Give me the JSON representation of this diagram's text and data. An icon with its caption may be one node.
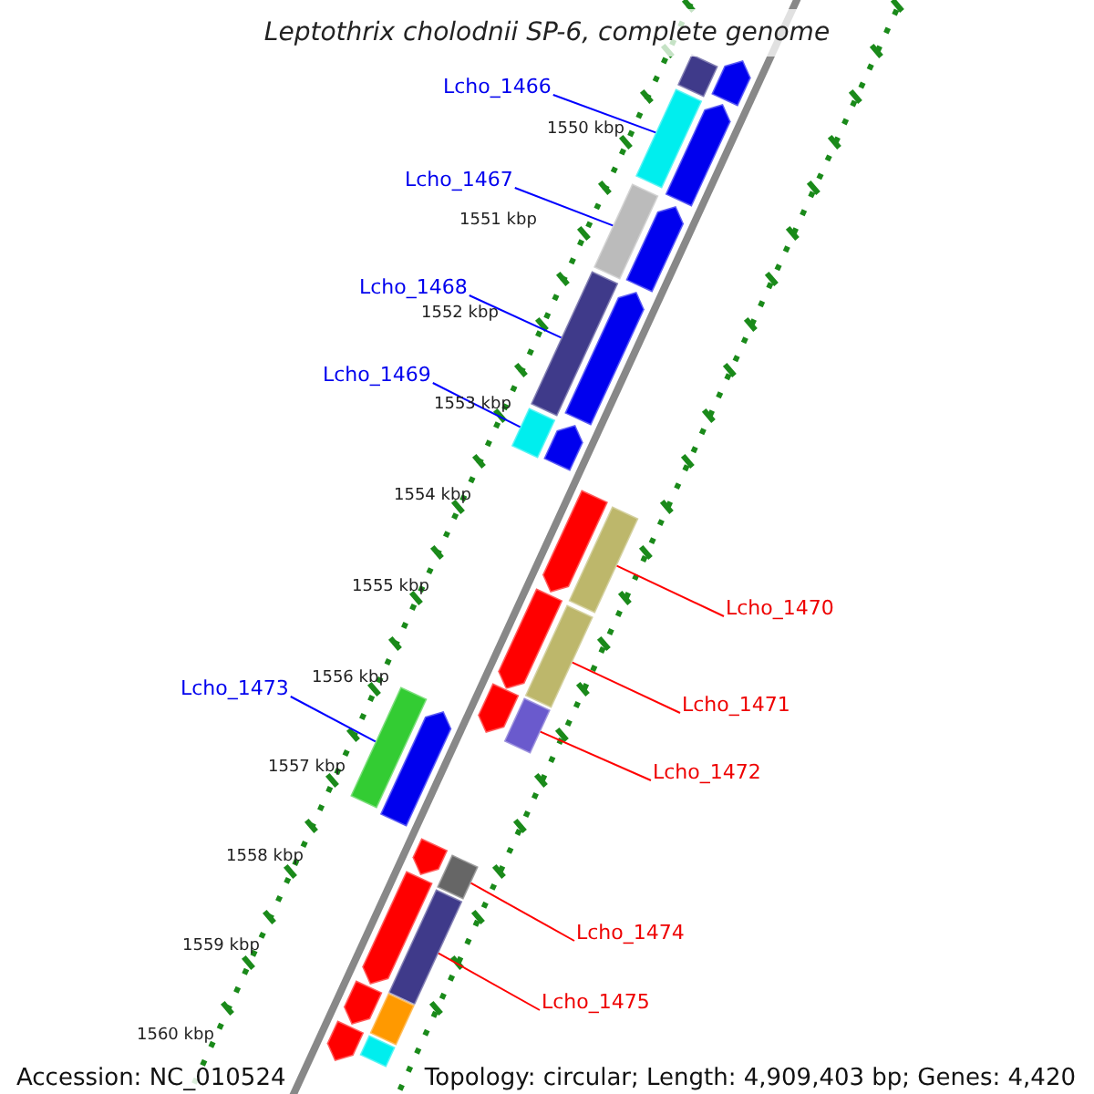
{
  "diagram": {
    "title": "Leptothrix cholodnii SP-6, complete genome",
    "nodes": [
      {
        "text": [
          "Lcho_1466"
        ]
      },
      {
        "text": [
          "Lcho_1467"
        ]
      },
      {
        "text": [
          "Lcho_1468"
        ]
      },
      {
        "text": [
          "Lcho_1469"
        ]
      },
      {
        "text": [
          "Lcho_1473"
        ]
      },
      {
        "text": [
          "Lcho_1470"
        ]
      },
      {
        "text": [
          "Lcho_1471"
        ]
      },
      {
        "text": [
          "Lcho_1472"
        ]
      },
      {
        "text": [
          "Lcho_1474"
        ]
      },
      {
        "text": [
          "Lcho_1475"
        ]
      },
      {
        "text": [],
        "shape": "bar"
      },
      {
        "text": [],
        "shape": "bar"
      },
      {
        "text": [],
        "shape": "bar"
      },
      {
        "text": [],
        "shape": "bar"
      },
      {
        "text": [],
        "shape": "bar"
      },
      {
        "text": [],
        "shape": "bar"
      },
      {
        "text": [],
        "shape": "bar"
      },
      {
        "text": [],
        "shape": "bar"
      },
      {
        "text": [],
        "shape": "bar"
      },
      {
        "text": [],
        "shape": "bar"
      },
      {
        "text": [],
        "shape": "bar"
      },
      {
        "text": [],
        "shape": "arrow"
      },
      {
        "text": [],
        "shape": "arrow"
      },
      {
        "text": [],
        "shape": "arrow"
      },
      {
        "text": [],
        "shape": "arrow"
      },
      {
        "text": [],
        "shape": "arrow"
      },
      {
        "text": [],
        "shape": "arrow"
      },
      {
        "text": [],
        "shape": "arrow"
      },
      {
        "text": [],
        "shape": "arrow"
      },
      {
        "text": [],
        "shape": "arrow"
      },
      {
        "text": [],
        "shape": "arrow"
      },
      {
        "text": [],
        "shape": "arrow"
      },
      {
        "text": [],
        "shape": "arrow"
      },
      {
        "text": [],
        "shape": "arrow"
      },
      {
        "text": [],
        "shape": "bar"
      },
      {
        "text": [],
        "shape": "bar"
      }
    ],
    "edges": [
      {
        "from": 0,
        "to": 10,
        "arrow": "none",
        "color": "#0000ff"
      },
      {
        "from": 1,
        "to": 11,
        "arrow": "none",
        "color": "#0000ff"
      },
      {
        "from": 2,
        "to": 12,
        "arrow": "none",
        "color": "#0000ff"
      },
      {
        "from": 3,
        "to": 13,
        "arrow": "none",
        "color": "#0000ff"
      },
      {
        "from": 4,
        "to": 14,
        "arrow": "none",
        "color": "#0000ff"
      },
      {
        "from": 5,
        "to": 15,
        "arrow": "none",
        "color": "#ff0000"
      },
      {
        "from": 6,
        "to": 16,
        "arrow": "none",
        "color": "#ff0000"
      },
      {
        "from": 7,
        "to": 17,
        "arrow": "none",
        "color": "#ff0000"
      },
      {
        "from": 8,
        "to": 18,
        "arrow": "none",
        "color": "#ff0000"
      },
      {
        "from": 9,
        "to": 19,
        "arrow": "none",
        "color": "#ff0000"
      }
    ],
    "labels": [
      "1550 kbp",
      "1551 kbp",
      "1552 kbp",
      "1553 kbp",
      "1554 kbp",
      "1555 kbp",
      "1556 kbp",
      "1557 kbp",
      "1558 kbp",
      "1559 kbp",
      "1560 kbp",
      "Accession: NC_010524",
      "Topology: circular; Length: 4,909,403 bp; Genes: 4,420"
    ]
  }
}
